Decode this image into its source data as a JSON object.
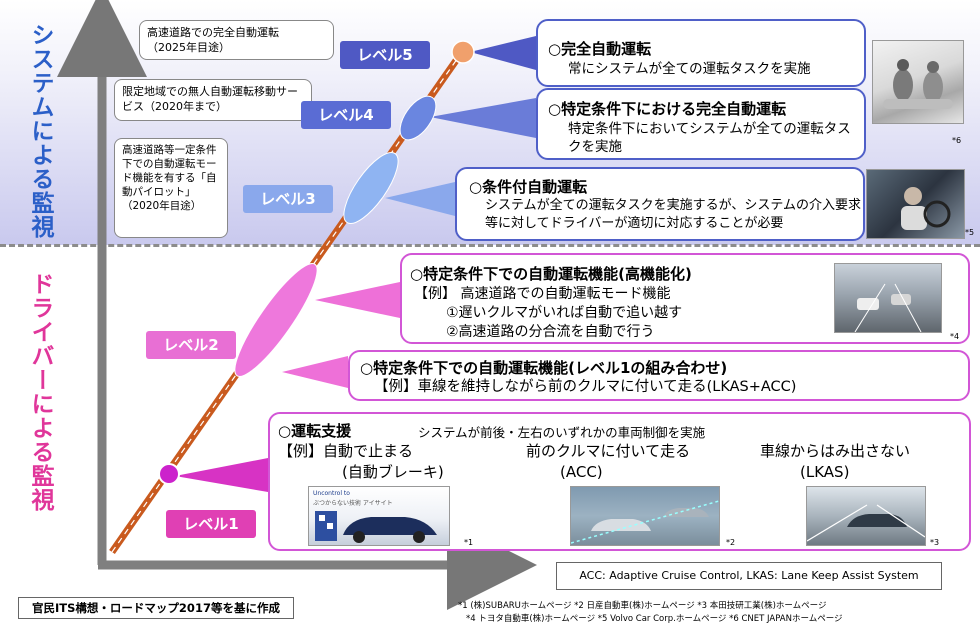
{
  "side_titles": {
    "system": "システムによる監視",
    "driver": "ドライバーによる監視"
  },
  "callouts": {
    "level5": "高速道路での完全自動運転\n（2025年目途）",
    "level4": "限定地域での無人自動運転移動サービス（2020年まで）",
    "level3": "高速道路等一定条件下での自動運転モード機能を有する「自動パイロット」（2020年目途）"
  },
  "levels": {
    "l5": "レベル5",
    "l4": "レベル4",
    "l3": "レベル3",
    "l2": "レベル2",
    "l1": "レベル1"
  },
  "boxes": {
    "l5_title": "○完全自動運転",
    "l5_text": "常にシステムが全ての運転タスクを実施",
    "l4_title": "○特定条件下における完全自動運転",
    "l4_text": "特定条件下においてシステムが全ての運転タスクを実施",
    "l3_title": "○条件付自動運転",
    "l3_text": "システムが全ての運転タスクを実施するが、システムの介入要求等に対してドライバーが適切に対応することが必要",
    "l2b_title": "○特定条件下での自動運転機能(高機能化)",
    "l2b_ex": "【例】 高速道路での自動運転モード機能",
    "l2b_item1": "①遅いクルマがいれば自動で追い越す",
    "l2b_item2": "②高速道路の分合流を自動で行う",
    "l2a_title": "○特定条件下での自動運転機能(レベル1の組み合わせ)",
    "l2a_text": "【例】車線を維持しながら前のクルマに付いて走る(LKAS+ACC)",
    "l1_title": "○運転支援",
    "l1_desc": "システムが前後・左右のいずれかの車両制御を実施",
    "l1_ex1a": "【例】自動で止まる",
    "l1_ex1b": "(自動ブレーキ)",
    "l1_ex2a": "前のクルマに付いて走る",
    "l1_ex2b": "(ACC)",
    "l1_ex3a": "車線からはみ出さない",
    "l1_ex3b": "(LKAS)"
  },
  "refs": {
    "r1": "*1",
    "r2": "*2",
    "r3": "*3",
    "r4": "*4",
    "r5": "*5",
    "r6": "*6"
  },
  "photo_captions": {
    "subaru_heading": "Uncontrol to",
    "subaru_title": "ぶつからない技術 アイサイト"
  },
  "acronyms": "ACC: Adaptive Cruise Control,  LKAS: Lane Keep Assist System",
  "source": "官民ITS構想・ロードマップ2017等を基に作成",
  "footnotes": {
    "line1": "*1 (株)SUBARUホームページ  *2 日産自動車(株)ホームページ  *3 本田技研工業(株)ホームページ",
    "line2": "*4 トヨタ自動車(株)ホームページ  *5 Volvo Car Corp.ホームページ  *6 CNET JAPANホームページ"
  },
  "colors": {
    "system_title": "#2b5fc8",
    "driver_title": "#e0369a",
    "level_high": "#6870c8",
    "level_low": "#e040b4",
    "road": "#c95a1e"
  }
}
